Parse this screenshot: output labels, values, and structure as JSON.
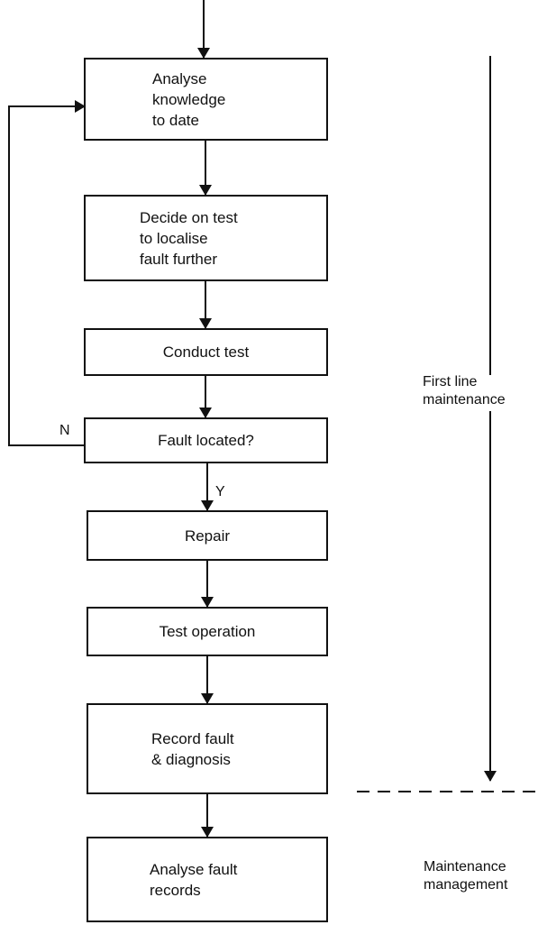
{
  "diagram": {
    "steps": [
      {
        "id": "analyse-knowledge",
        "label": "Analyse\nknowledge\nto date"
      },
      {
        "id": "decide-test",
        "label": "Decide on test\nto localise\nfault further"
      },
      {
        "id": "conduct-test",
        "label": "Conduct test"
      },
      {
        "id": "fault-located",
        "label": "Fault located?"
      },
      {
        "id": "repair",
        "label": "Repair"
      },
      {
        "id": "test-operation",
        "label": "Test operation"
      },
      {
        "id": "record-fault",
        "label": "Record fault\n& diagnosis"
      },
      {
        "id": "analyse-records",
        "label": "Analyse fault\nrecords"
      }
    ],
    "branch_no": "N",
    "branch_yes": "Y",
    "phases": {
      "first_line": "First line\nmaintenance",
      "management": "Maintenance\nmanagement"
    }
  }
}
